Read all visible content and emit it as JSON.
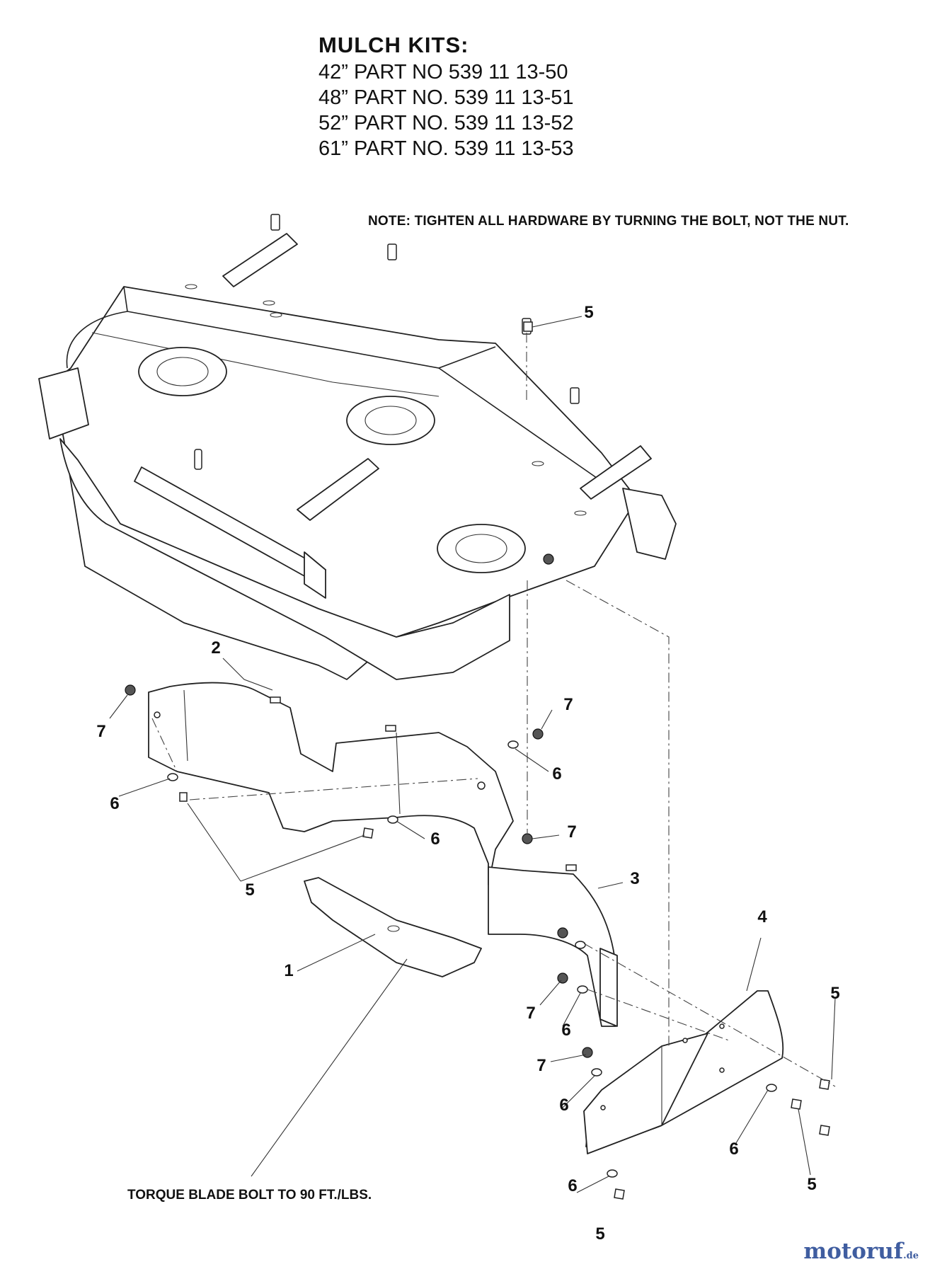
{
  "header": {
    "title": "MULCH KITS:",
    "kits": [
      "42” PART NO 539 11 13-50",
      "48” PART NO. 539 11 13-51",
      "52” PART NO. 539 11 13-52",
      "61” PART NO. 539 11 13-53"
    ]
  },
  "note": "NOTE: TIGHTEN ALL HARDWARE BY TURNING THE BOLT, NOT THE NUT.",
  "torque_note": "TORQUE BLADE BOLT TO 90 FT./LBS.",
  "callouts": {
    "c1": "1",
    "c2": "2",
    "c3": "3",
    "c4": "4",
    "c5a": "5",
    "c5b": "5",
    "c5c": "5",
    "c5d": "5",
    "c5e": "5",
    "c6a": "6",
    "c6b": "6",
    "c6c": "6",
    "c6d": "6",
    "c6e": "6",
    "c6f": "6",
    "c6g": "6",
    "c7a": "7",
    "c7b": "7",
    "c7c": "7",
    "c7d": "7",
    "c7e": "7"
  },
  "watermark": {
    "name": "motoruf",
    "suffix": ".de"
  }
}
